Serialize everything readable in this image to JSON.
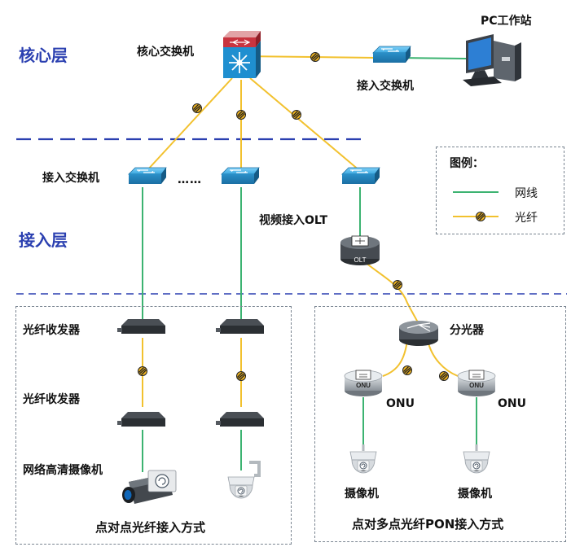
{
  "layers": {
    "core": "核心层",
    "access": "接入层"
  },
  "labels": {
    "core_switch": "核心交换机",
    "pc_station": "PC工作站",
    "access_switch_top": "接入交换机",
    "access_switch_left": "接入交换机",
    "ellipsis": "……",
    "video_olt": "视频接入OLT",
    "fiber_transceiver_1": "光纤收发器",
    "fiber_transceiver_2": "光纤收发器",
    "hd_camera": "网络高清摄像机",
    "splitter": "分光器",
    "onu_left": "ONU",
    "onu_right": "ONU",
    "camera_left": "摄像机",
    "camera_right": "摄像机",
    "ptp_caption": "点对点光纤接入方式",
    "pon_caption": "点对多点光纤PON接入方式",
    "olt_chip": "OLT",
    "onu_chip_left": "ONU",
    "onu_chip_right": "ONU"
  },
  "legend": {
    "title": "图例：",
    "cable": "网线",
    "fiber": "光纤"
  },
  "colors": {
    "cable": "#3cb371",
    "fiber": "#f2c12e",
    "layer_text": "#2a3fb0",
    "separator": "#2a3fb0",
    "switch_blue": "#1f8fd0"
  }
}
